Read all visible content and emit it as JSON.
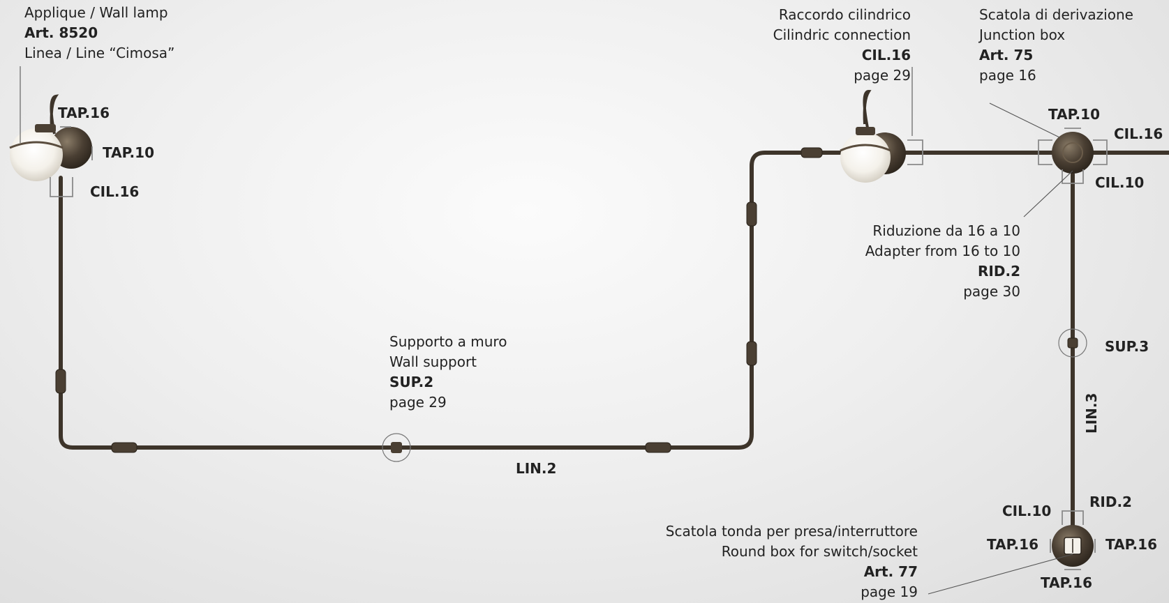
{
  "colors": {
    "pipe": "#3d342a",
    "pipe_highlight": "#6a5c4a",
    "bracket": "#8a8a8a",
    "leader": "#555555",
    "globe": "#ffffff"
  },
  "icons": [
    "wall-lamp-icon",
    "junction-box-icon",
    "round-box-icon",
    "wall-support-icon"
  ],
  "callouts": {
    "lamp": {
      "line1": "Applique / Wall lamp",
      "line2": "Art. 8520",
      "line3": "Linea / Line “Cimosa”"
    },
    "connection": {
      "line1": "Raccordo cilindrico",
      "line2": "Cilindric connection",
      "line3": "CIL.16",
      "line4": "page 29"
    },
    "junction": {
      "line1": "Scatola di derivazione",
      "line2": "Junction  box",
      "line3": "Art. 75",
      "line4": "page 16"
    },
    "adapter": {
      "line1": "Riduzione da 16 a 10",
      "line2": "Adapter from 16 to 10",
      "line3": "RID.2",
      "line4": "page 30"
    },
    "support": {
      "line1": "Supporto a muro",
      "line2": "Wall support",
      "line3": "SUP.2",
      "line4": "page 29"
    },
    "roundbox": {
      "line1": "Scatola tonda per presa/interruttore",
      "line2": "Round box for switch/socket",
      "line3": "Art. 77",
      "line4": "page 19"
    }
  },
  "tags": {
    "lamp_tap16": "TAP.16",
    "lamp_tap10": "TAP.10",
    "lamp_cil16": "CIL.16",
    "junction_tap10": "TAP.10",
    "junction_cil16": "CIL.16",
    "junction_cil10": "CIL.10",
    "sup3": "SUP.3",
    "lin3": "LIN.3",
    "lin2": "LIN.2",
    "box_cil10": "CIL.10",
    "box_rid2": "RID.2",
    "box_tap16_left": "TAP.16",
    "box_tap16_right": "TAP.16",
    "box_tap16_bottom": "TAP.16"
  }
}
